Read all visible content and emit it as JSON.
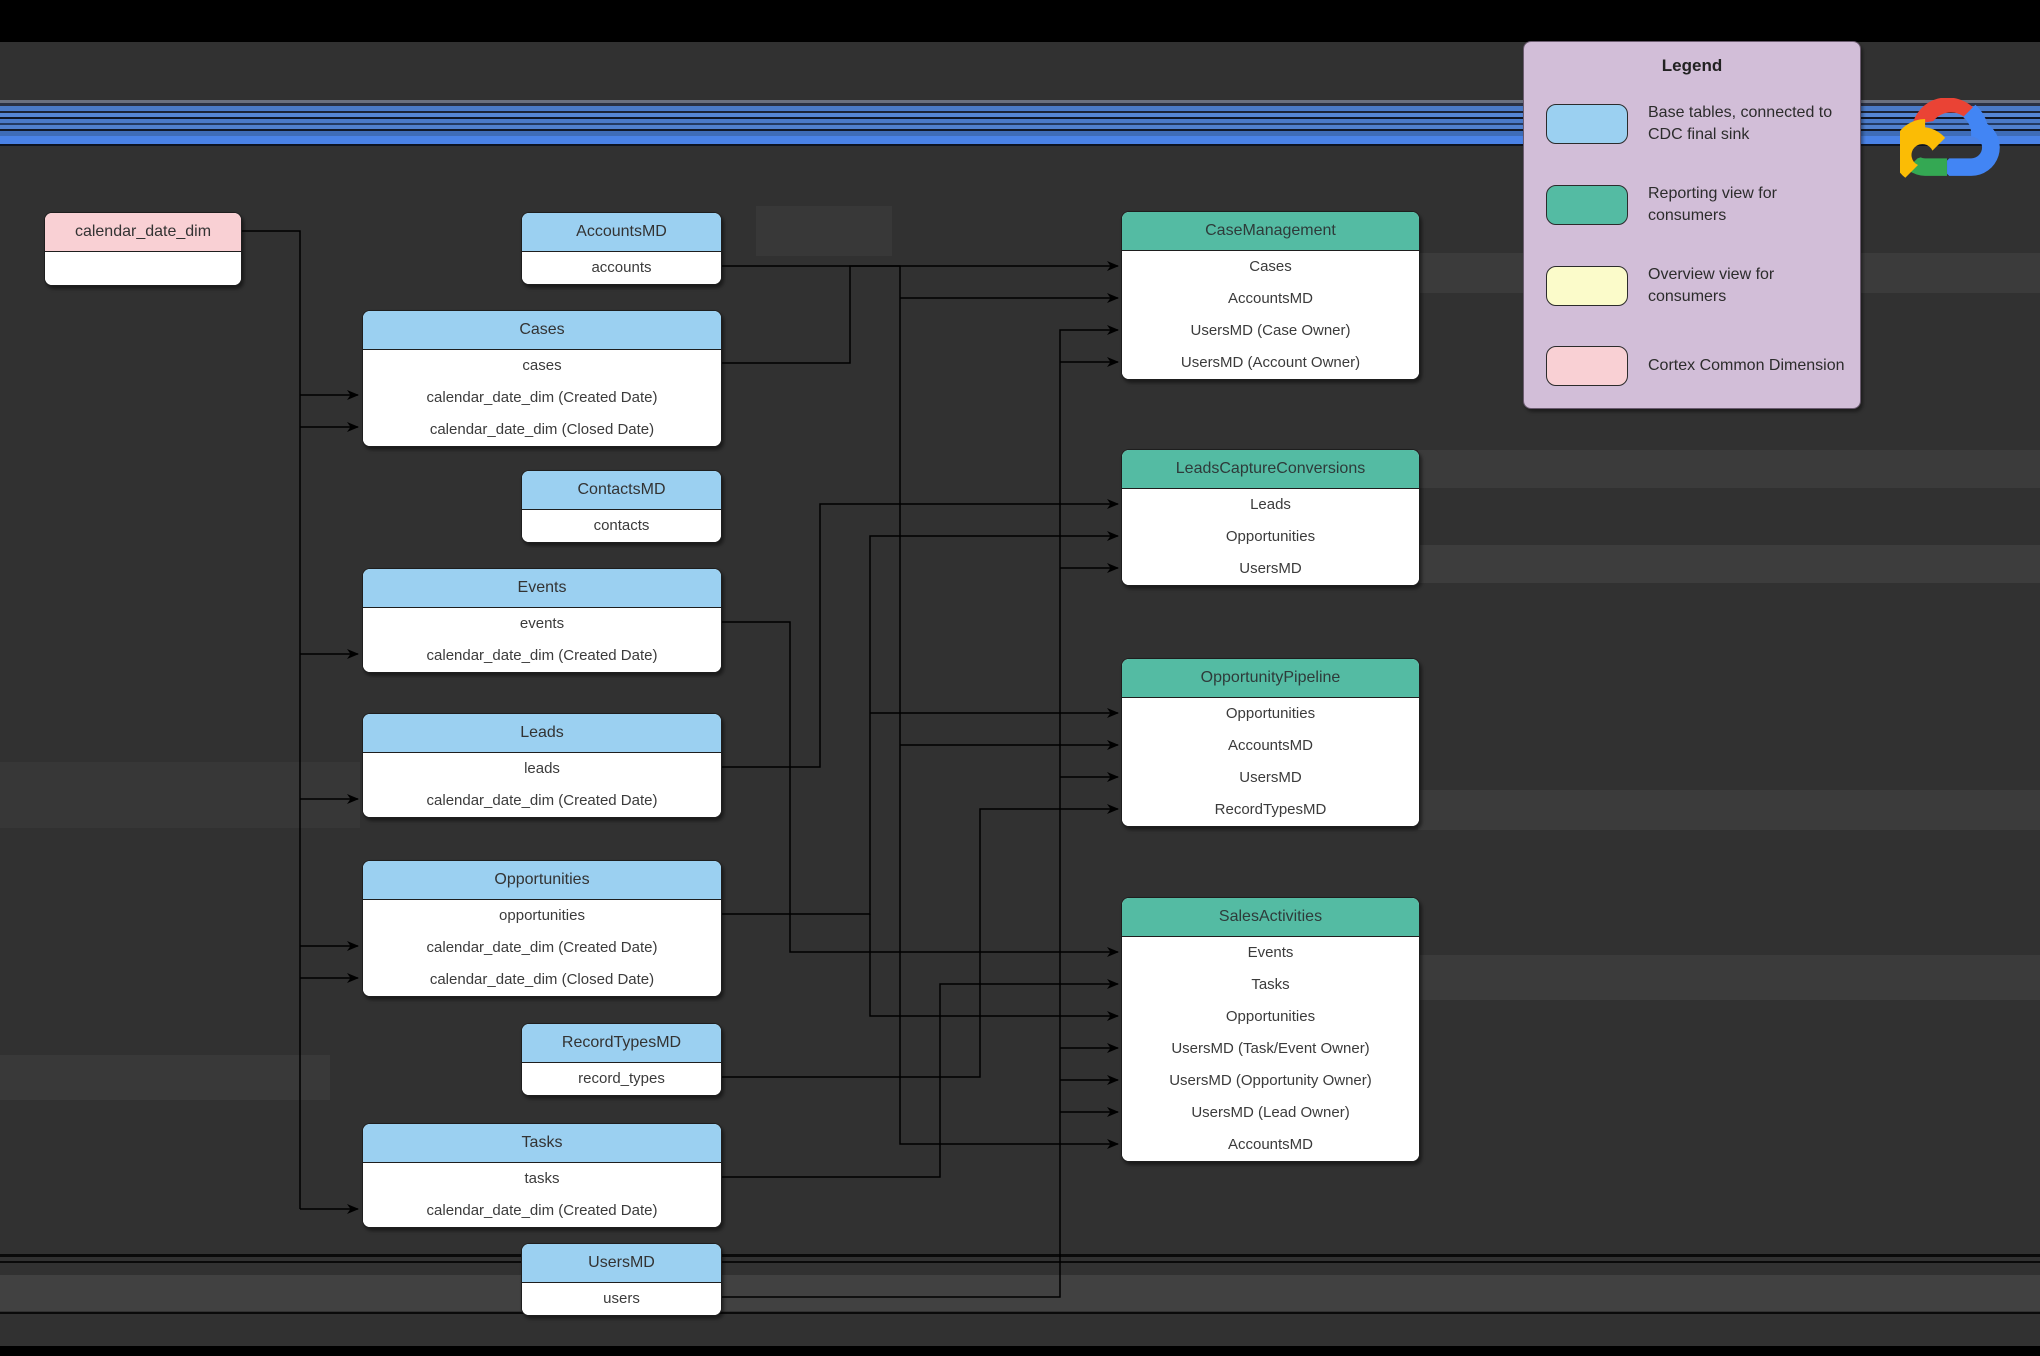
{
  "legend": {
    "title": "Legend",
    "items": [
      {
        "label": "Base tables, connected to CDC final sink",
        "color": "#9bd0f1"
      },
      {
        "label": "Reporting view for consumers",
        "color": "#54bba3"
      },
      {
        "label": "Overview view for consumers",
        "color": "#fbfbca"
      },
      {
        "label": "Cortex Common Dimension",
        "color": "#f9d0d4"
      }
    ]
  },
  "colors": {
    "canvas_bg": "#313131",
    "base_table": "#9bd0f1",
    "reporting_view": "#54bba3",
    "overview_view": "#fbfbca",
    "common_dimension": "#f9d0d4",
    "legend_bg": "#d2bed8",
    "connector": "#000000",
    "stripe_blue": "#4a82e6"
  },
  "logo": {
    "name": "google-cloud-logo"
  },
  "tables": [
    {
      "title": "calendar_date_dim",
      "kind": "common-dimension",
      "rows": []
    },
    {
      "title": "AccountsMD",
      "kind": "base",
      "rows": [
        "accounts"
      ]
    },
    {
      "title": "Cases",
      "kind": "base",
      "rows": [
        "cases",
        "calendar_date_dim (Created Date)",
        "calendar_date_dim (Closed Date)"
      ]
    },
    {
      "title": "ContactsMD",
      "kind": "base",
      "rows": [
        "contacts"
      ]
    },
    {
      "title": "Events",
      "kind": "base",
      "rows": [
        "events",
        "calendar_date_dim (Created Date)"
      ]
    },
    {
      "title": "Leads",
      "kind": "base",
      "rows": [
        "leads",
        "calendar_date_dim (Created Date)"
      ]
    },
    {
      "title": "Opportunities",
      "kind": "base",
      "rows": [
        "opportunities",
        "calendar_date_dim (Created Date)",
        "calendar_date_dim (Closed Date)"
      ]
    },
    {
      "title": "RecordTypesMD",
      "kind": "base",
      "rows": [
        "record_types"
      ]
    },
    {
      "title": "Tasks",
      "kind": "base",
      "rows": [
        "tasks",
        "calendar_date_dim (Created Date)"
      ]
    },
    {
      "title": "UsersMD",
      "kind": "base",
      "rows": [
        "users"
      ]
    },
    {
      "title": "CaseManagement",
      "kind": "reporting",
      "rows": [
        "Cases",
        "AccountsMD",
        "UsersMD (Case Owner)",
        "UsersMD (Account Owner)"
      ]
    },
    {
      "title": "LeadsCaptureConversions",
      "kind": "reporting",
      "rows": [
        "Leads",
        "Opportunities",
        "UsersMD"
      ]
    },
    {
      "title": "OpportunityPipeline",
      "kind": "reporting",
      "rows": [
        "Opportunities",
        "AccountsMD",
        "UsersMD",
        "RecordTypesMD"
      ]
    },
    {
      "title": "SalesActivities",
      "kind": "reporting",
      "rows": [
        "Events",
        "Tasks",
        "Opportunities",
        "UsersMD (Task/Event Owner)",
        "UsersMD (Opportunity Owner)",
        "UsersMD (Lead Owner)",
        "AccountsMD"
      ]
    }
  ],
  "connections": [
    {
      "from": "calendar_date_dim",
      "to": "Cases (Created Date)"
    },
    {
      "from": "calendar_date_dim",
      "to": "Cases (Closed Date)"
    },
    {
      "from": "calendar_date_dim",
      "to": "Events (Created Date)"
    },
    {
      "from": "calendar_date_dim",
      "to": "Leads (Created Date)"
    },
    {
      "from": "calendar_date_dim",
      "to": "Opportunities (Created Date)"
    },
    {
      "from": "calendar_date_dim",
      "to": "Opportunities (Closed Date)"
    },
    {
      "from": "calendar_date_dim",
      "to": "Tasks (Created Date)"
    },
    {
      "from": "Cases",
      "to": "CaseManagement.Cases"
    },
    {
      "from": "AccountsMD",
      "to": "CaseManagement.AccountsMD"
    },
    {
      "from": "UsersMD",
      "to": "CaseManagement.UsersMD (Case Owner)"
    },
    {
      "from": "UsersMD",
      "to": "CaseManagement.UsersMD (Account Owner)"
    },
    {
      "from": "Leads",
      "to": "LeadsCaptureConversions.Leads"
    },
    {
      "from": "Opportunities",
      "to": "LeadsCaptureConversions.Opportunities"
    },
    {
      "from": "UsersMD",
      "to": "LeadsCaptureConversions.UsersMD"
    },
    {
      "from": "Opportunities",
      "to": "OpportunityPipeline.Opportunities"
    },
    {
      "from": "AccountsMD",
      "to": "OpportunityPipeline.AccountsMD"
    },
    {
      "from": "UsersMD",
      "to": "OpportunityPipeline.UsersMD"
    },
    {
      "from": "RecordTypesMD",
      "to": "OpportunityPipeline.RecordTypesMD"
    },
    {
      "from": "Events",
      "to": "SalesActivities.Events"
    },
    {
      "from": "Tasks",
      "to": "SalesActivities.Tasks"
    },
    {
      "from": "Opportunities",
      "to": "SalesActivities.Opportunities"
    },
    {
      "from": "UsersMD",
      "to": "SalesActivities.UsersMD (Task/Event Owner)"
    },
    {
      "from": "UsersMD",
      "to": "SalesActivities.UsersMD (Opportunity Owner)"
    },
    {
      "from": "UsersMD",
      "to": "SalesActivities.UsersMD (Lead Owner)"
    },
    {
      "from": "AccountsMD",
      "to": "SalesActivities.AccountsMD"
    }
  ]
}
